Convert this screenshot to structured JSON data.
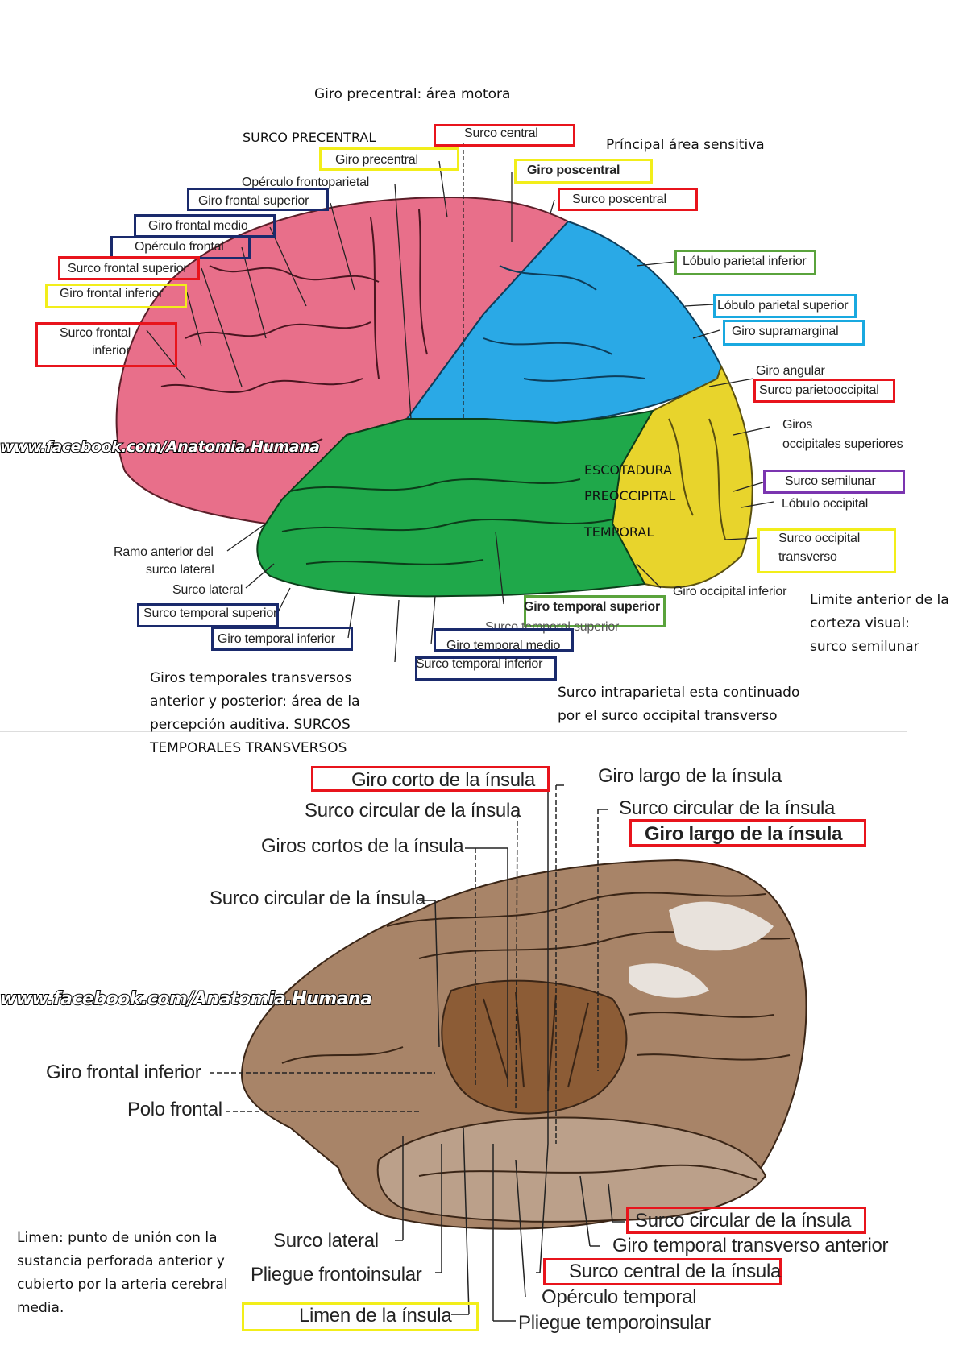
{
  "notes": {
    "precentral": "Giro precentral: área motora",
    "sensory": "Príncipal área sensitiva",
    "visual": "Limite anterior de la corteza visual: surco semilunar",
    "auditory": "Giros temporales transversos anterior y posterior: área de la percepción auditiva. SURCOS TEMPORALES TRANSVERSOS",
    "intraparietal": "Surco intraparietal esta continuado por el surco occipital transverso",
    "limen": "Limen: punto de unión con la sustancia perforada anterior y cubierto por la arteria cerebral media."
  },
  "upper": {
    "surco_precentral": "SURCO PRECENTRAL",
    "surco_central": "Surco central",
    "giro_precentral": "Giro precentral",
    "giro_poscentral": "Giro poscentral",
    "opérculo_frontoparietal": "Opérculo frontoparietal",
    "surco_poscentral": "Surco poscentral",
    "giro_frontal_superior": "Giro frontal superior",
    "giro_frontal_medio": "Giro frontal medio",
    "operculo_frontal": "Opérculo frontal",
    "surco_frontal_superior": "Surco frontal superior",
    "giro_frontal_inferior": "Giro frontal inferior",
    "surco_frontal_inferior_1": "Surco frontal",
    "surco_frontal_inferior_2": "inferior",
    "lobulo_parietal_inferior": "Lóbulo parietal inferior",
    "lobulo_parietal_superior": "Lóbulo parietal superior",
    "giro_supramarginal": "Giro supramarginal",
    "giro_angular": "Giro angular",
    "surco_parietooccipital": "Surco parietooccipital",
    "giros_occipitales_1": "Giros",
    "giros_occipitales_2": "occipitales superiores",
    "escotadura_1": "ESCOTADURA",
    "escotadura_2": "PREOCCIPITAL",
    "temporal": "TEMPORAL",
    "surco_semilunar": "Surco semilunar",
    "lobulo_occipital": "Lóbulo occipital",
    "surco_occipital_1": "Surco occipital",
    "surco_occipital_2": "transverso",
    "ramo_anterior_1": "Ramo anterior del",
    "ramo_anterior_2": "surco lateral",
    "surco_lateral": "Surco lateral",
    "surco_temporal_superior": "Surco temporal superior",
    "giro_temporal_inferior": "Giro temporal inferior",
    "giro_temporal_superior": "Giro temporal superior",
    "surco_temporal_superior_2": "Surco temporal superior",
    "giro_temporal_medio": "Giro temporal medio",
    "surco_temporal_inferior": "Surco temporal inferior",
    "giro_occipital_inferior": "Giro occipital inferior",
    "watermark": "www.facebook.com/Anatomia.Humana"
  },
  "lower": {
    "giro_corto": "Giro corto de la ínsula",
    "giro_largo_1": "Giro largo de la ínsula",
    "surco_circular_1": "Surco circular de la ínsula",
    "surco_circular_2": "Surco circular de la ínsula",
    "giro_largo_2": "Giro largo de la ínsula",
    "giros_cortos": "Giros cortos de la ínsula",
    "surco_circular_3": "Surco circular de la ínsula",
    "giro_frontal_inferior": "Giro frontal inferior",
    "polo_frontal": "Polo frontal",
    "surco_circular_4": "Surco circular de la ínsula",
    "giro_temporal_transverso": "Giro temporal transverso anterior",
    "surco_lateral": "Surco lateral",
    "surco_central": "Surco central de la ínsula",
    "pliegue_frontoinsular": "Pliegue frontoinsular",
    "operculo_temporal": "Opérculo temporal",
    "limen": "Limen de la ínsula",
    "pliegue_temporoinsular": "Pliegue temporoinsular",
    "watermark": "www.facebook.com/Anatomia.Humana"
  }
}
